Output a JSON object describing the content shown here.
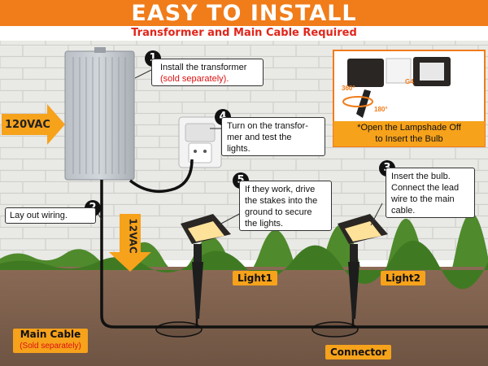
{
  "header": {
    "title": "EASY TO INSTALL",
    "subtitle": "Transformer and Main Cable Required"
  },
  "steps": [
    {
      "number": "1",
      "lines": [
        "Install the transformer"
      ],
      "note": "(sold separately)."
    },
    {
      "number": "2",
      "lines": [
        "Lay out wiring."
      ]
    },
    {
      "number": "3",
      "lines": [
        "Insert the bulb.",
        "Connect the lead",
        "wire to the main",
        "cable."
      ]
    },
    {
      "number": "4",
      "lines": [
        "Turn on the transfor-",
        "mer and test the",
        "lights."
      ]
    },
    {
      "number": "5",
      "lines": [
        "If they work, drive",
        "the stakes into the",
        "ground to secure",
        "the lights."
      ]
    }
  ],
  "labels": {
    "input_voltage": "120VAC",
    "output_voltage": "12VAC",
    "light1": "Light1",
    "light2": "Light2",
    "main_cable": "Main Cable",
    "main_cable_note": "(Sold separately)",
    "connector": "Connector"
  },
  "inset": {
    "caption_lines": [
      "*Open the Lampshade Off",
      "to Insert the Bulb"
    ],
    "angle_a": "360°",
    "angle_b": "180°",
    "bulb": "G4"
  },
  "colors": {
    "accent_orange": "#f07c1a",
    "red_text": "#e0261b",
    "tag_yellow": "#f6a21b"
  }
}
